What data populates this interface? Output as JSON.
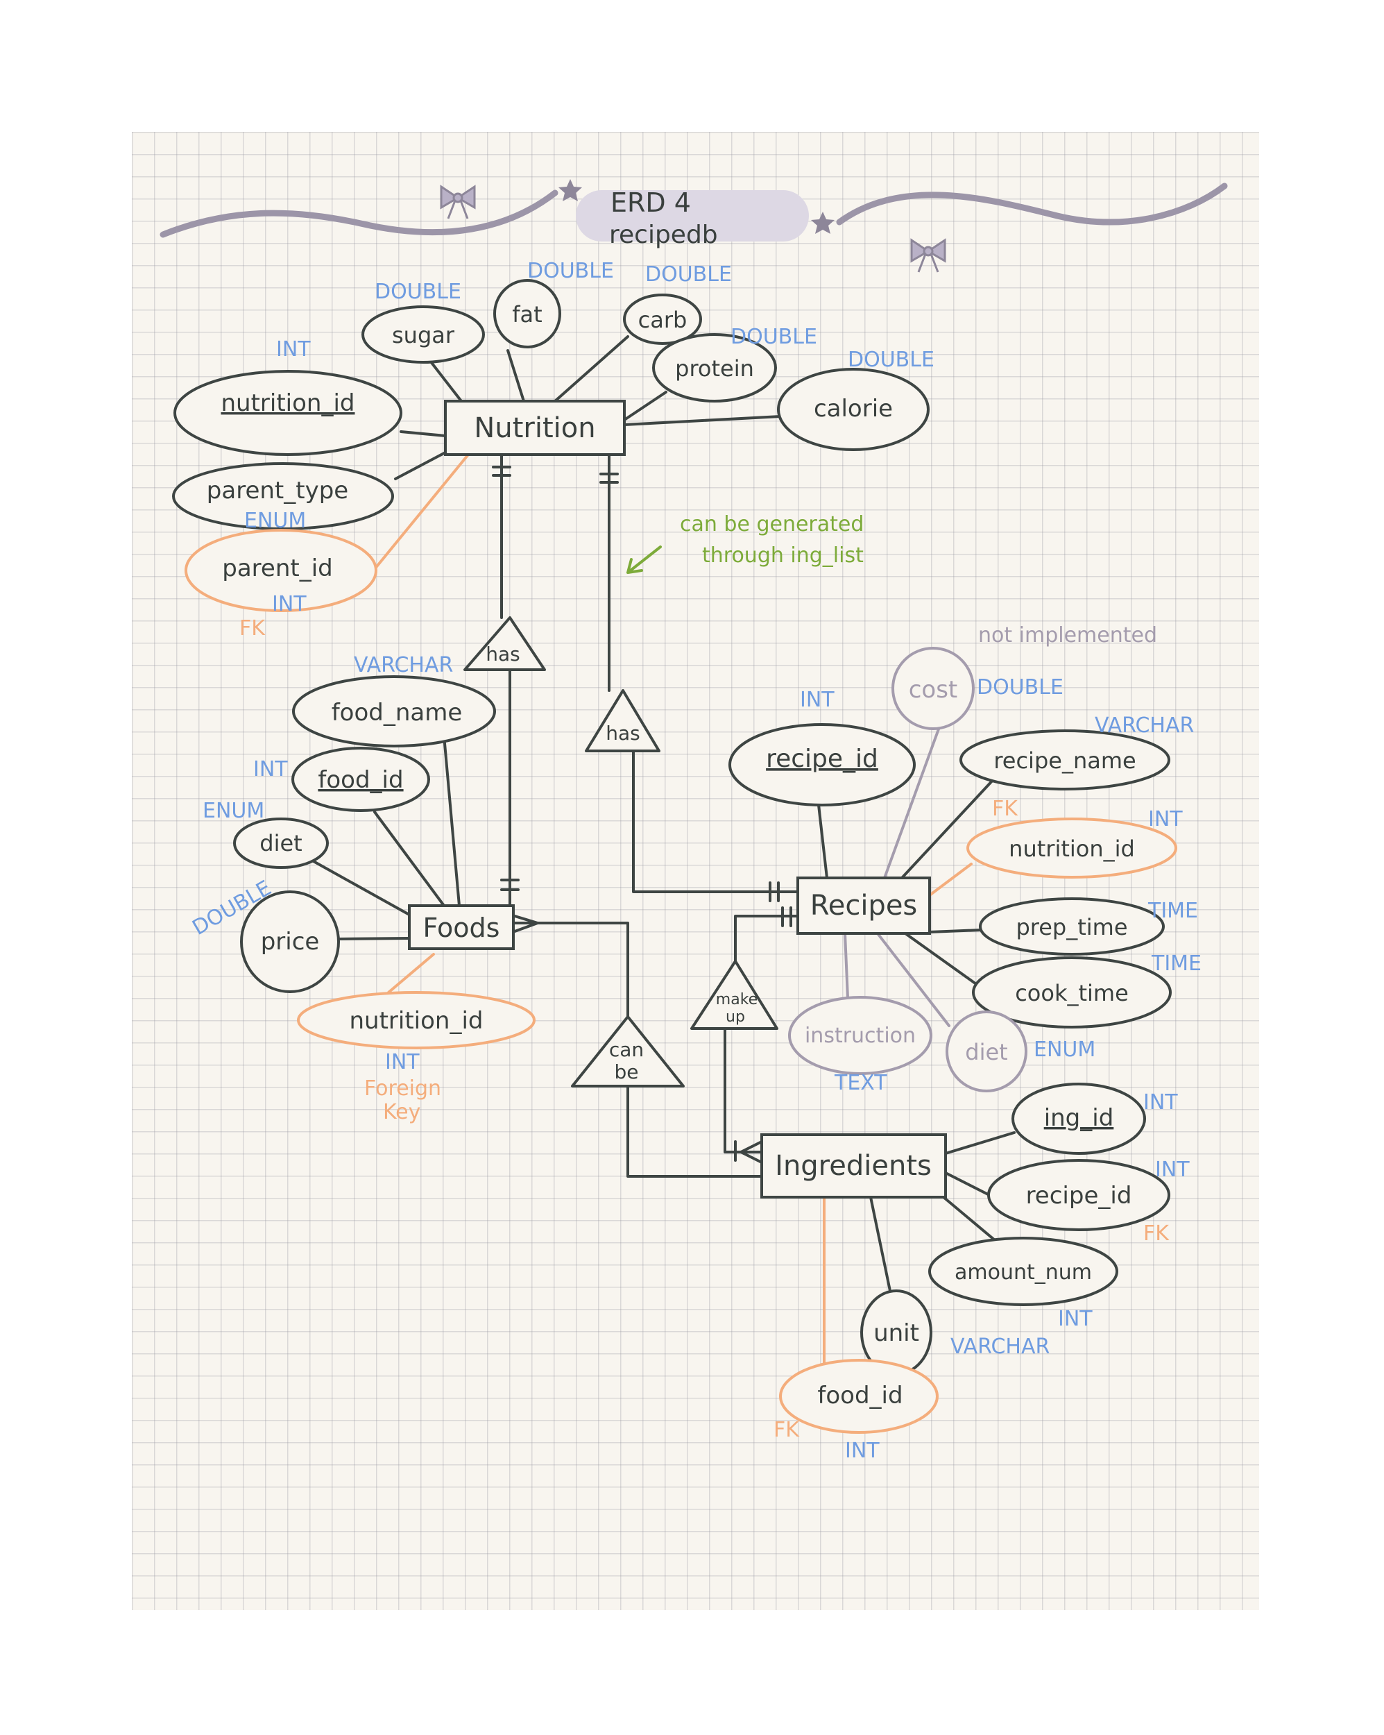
{
  "title": {
    "line1": "ERD 4",
    "line2": "recipedb"
  },
  "colors": {
    "ink": "#3e4543",
    "type_label": "#6f9ce0",
    "foreign_key": "#f4ad7c",
    "not_implemented": "#a49cad",
    "note": "#7dab3a",
    "title_pill": "#ddd8e4"
  },
  "decorations": {
    "bow_icon": "bow-icon",
    "star_icon": "star-icon"
  },
  "entities": {
    "nutrition": "Nutrition",
    "foods": "Foods",
    "recipes": "Recipes",
    "ingredients": "Ingredients"
  },
  "relationships": {
    "foods_has": "has",
    "recipes_has": "has",
    "make_up": [
      "make",
      "up"
    ],
    "can_be": [
      "can",
      "be"
    ]
  },
  "nutrition_attrs": {
    "sugar": "sugar",
    "sugar_type": "DOUBLE",
    "fat": "fat",
    "fat_type": "DOUBLE",
    "carb": "carb",
    "carb_type": "DOUBLE",
    "protein": "protein",
    "protein_type": "DOUBLE",
    "calorie": "calorie",
    "calorie_type": "DOUBLE",
    "nutrition_id": "nutrition_id",
    "nutrition_id_type": "INT",
    "parent_type": "parent_type",
    "parent_type_type": "ENUM",
    "parent_id": "parent_id",
    "parent_id_type": "INT",
    "parent_id_fk": "FK"
  },
  "foods_attrs": {
    "food_name": "food_name",
    "food_name_type": "VARCHAR",
    "food_id": "food_id",
    "food_id_type": "INT",
    "diet": "diet",
    "diet_type": "ENUM",
    "price": "price",
    "price_type": "DOUBLE",
    "nutrition_id": "nutrition_id",
    "nutrition_id_type": "INT",
    "nutrition_id_fk_line1": "Foreign",
    "nutrition_id_fk_line2": "Key"
  },
  "recipes_attrs": {
    "recipe_id": "recipe_id",
    "recipe_id_type": "INT",
    "cost": "cost",
    "cost_type": "DOUBLE",
    "recipe_name": "recipe_name",
    "recipe_name_type": "VARCHAR",
    "nutrition_id": "nutrition_id",
    "nutrition_id_type": "INT",
    "nutrition_id_fk": "FK",
    "prep_time": "prep_time",
    "prep_time_type": "TIME",
    "cook_time": "cook_time",
    "cook_time_type": "TIME",
    "instruction": "instruction",
    "instruction_type": "TEXT",
    "diet": "diet",
    "diet_type": "ENUM"
  },
  "ingredients_attrs": {
    "ing_id": "ing_id",
    "ing_id_type": "INT",
    "recipe_id": "recipe_id",
    "recipe_id_type": "INT",
    "recipe_id_fk": "FK",
    "amount_num": "amount_num",
    "amount_num_type": "INT",
    "unit": "unit",
    "unit_type": "VARCHAR",
    "food_id": "food_id",
    "food_id_type": "INT",
    "food_id_fk": "FK"
  },
  "notes": {
    "generated_line1": "can be generated",
    "generated_line2": "through ing_list",
    "not_implemented": "not implemented"
  }
}
